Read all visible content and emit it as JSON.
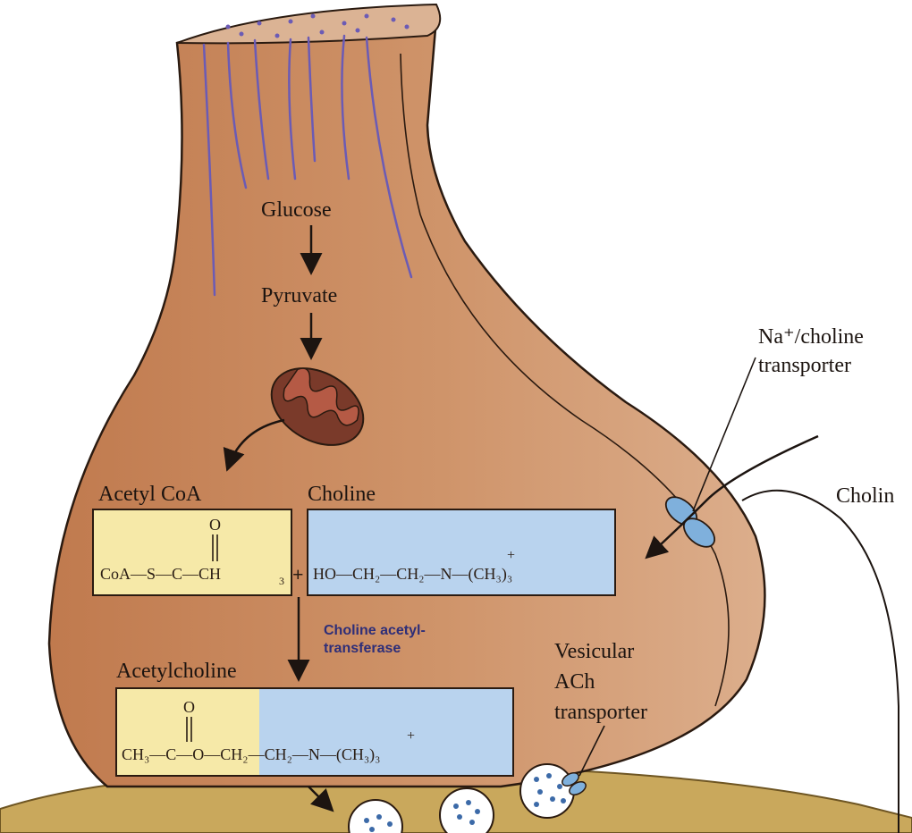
{
  "pathway": {
    "glucose": "Glucose",
    "pyruvate": "Pyruvate",
    "acetyl_coa": "Acetyl CoA",
    "choline": "Choline",
    "acetylcholine": "Acetylcholine",
    "enzyme_line1": "Choline acetyl-",
    "enzyme_line2": "transferase"
  },
  "formulas": {
    "acetyl_coa_left": "CoA—S—C—CH",
    "acetyl_coa_sub": "3",
    "plus": "+",
    "choline_formula": "HO—CH₂—CH₂—N—(CH₃)₃",
    "acetylcholine_formula": "CH₃—C—O—CH₂—CH₂—N—(CH₃)₃",
    "oxygen": "O",
    "charge": "+"
  },
  "transporters": {
    "na_choline_line1": "Na⁺/choline",
    "na_choline_line2": "transporter",
    "outside_choline": "Cholin",
    "vesicular_line1": "Vesicular",
    "vesicular_line2": "ACh",
    "vesicular_line3": "transporter"
  },
  "colors": {
    "terminal_fill": "#c98a5e",
    "terminal_outline": "#2a1a10",
    "microtubule": "#6b5bb5",
    "acetyl_box": "#f6e9a8",
    "choline_box": "#b9d3ee",
    "transporter": "#7fb0dc",
    "postsynaptic": "#c9a85c",
    "enzyme_text": "#2e2e78"
  }
}
